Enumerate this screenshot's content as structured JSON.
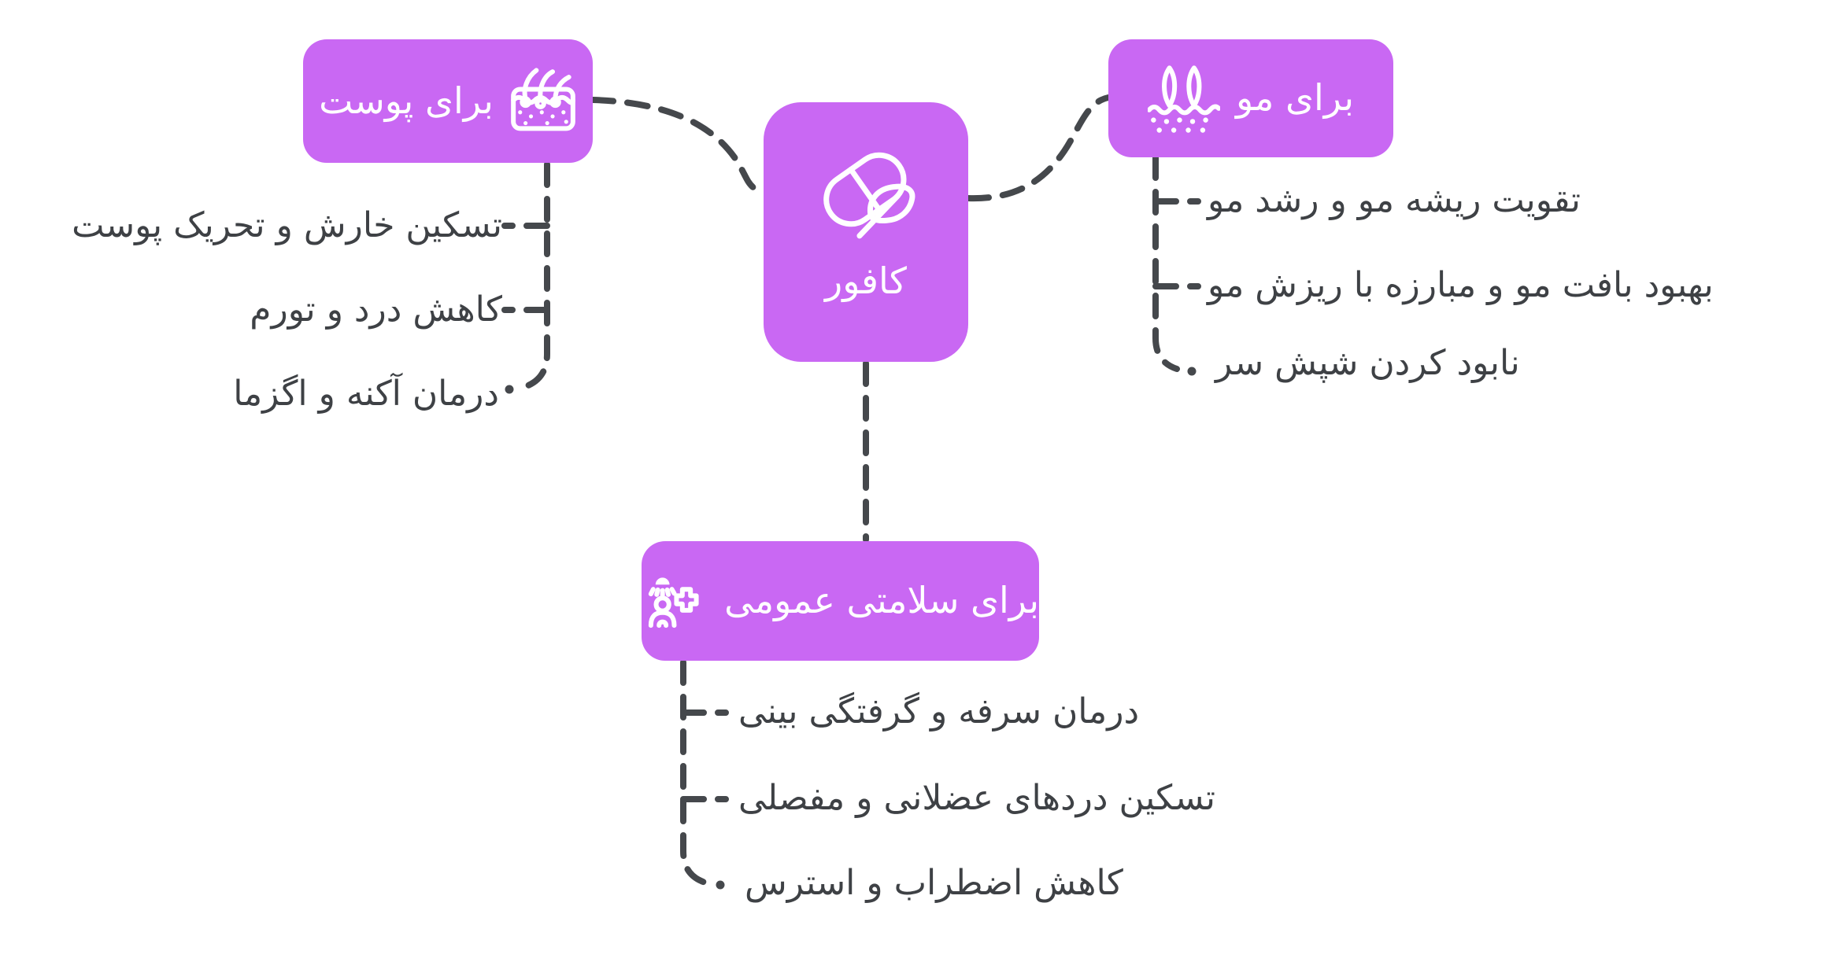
{
  "diagram": {
    "center": {
      "label": "کافور",
      "icon": "pill-leaf-icon"
    },
    "branches": [
      {
        "id": "skin",
        "label": "برای پوست",
        "icon": "skin-icon",
        "items": [
          "تسکین خارش و تحریک پوست",
          "کاهش درد و تورم",
          "درمان آکنه و اگزما"
        ]
      },
      {
        "id": "hair",
        "label": "برای مو",
        "icon": "hair-roots-icon",
        "items": [
          "تقویت ریشه مو و رشد مو",
          "بهبود بافت مو و مبارزه با ریزش مو",
          "نابود کردن شپش سر"
        ]
      },
      {
        "id": "general-health",
        "label": "برای سلامتی عمومی",
        "icon": "person-hygiene-cross-icon",
        "items": [
          "درمان سرفه و گرفتگی بینی",
          "تسکین دردهای عضلانی و مفصلی",
          "کاهش اضطراب و استرس"
        ]
      }
    ],
    "colors": {
      "node_fill": "#c968f3",
      "connector": "#45484c",
      "item_text": "#3e4145",
      "node_text": "#ffffff"
    }
  }
}
